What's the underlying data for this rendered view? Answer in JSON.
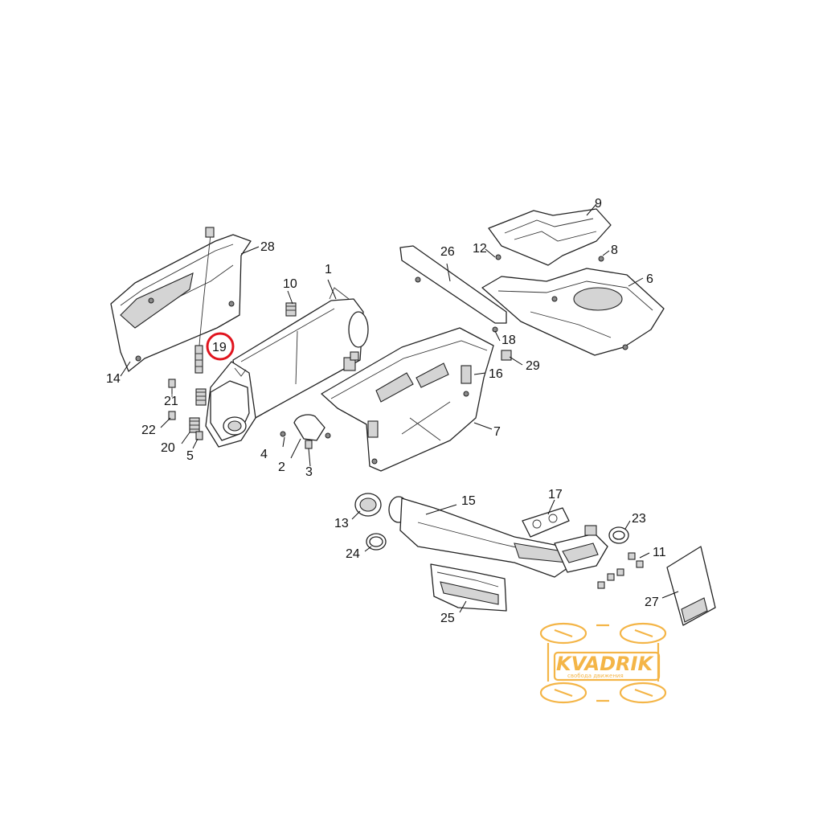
{
  "diagram": {
    "callouts": [
      {
        "id": "1",
        "label": "1"
      },
      {
        "id": "2",
        "label": "2"
      },
      {
        "id": "3",
        "label": "3"
      },
      {
        "id": "4",
        "label": "4"
      },
      {
        "id": "5",
        "label": "5"
      },
      {
        "id": "6",
        "label": "6"
      },
      {
        "id": "7",
        "label": "7"
      },
      {
        "id": "8",
        "label": "8"
      },
      {
        "id": "9",
        "label": "9"
      },
      {
        "id": "10",
        "label": "10"
      },
      {
        "id": "11",
        "label": "11"
      },
      {
        "id": "12",
        "label": "12"
      },
      {
        "id": "13",
        "label": "13"
      },
      {
        "id": "14",
        "label": "14"
      },
      {
        "id": "15",
        "label": "15"
      },
      {
        "id": "16",
        "label": "16"
      },
      {
        "id": "17",
        "label": "17"
      },
      {
        "id": "18",
        "label": "18"
      },
      {
        "id": "19",
        "label": "19"
      },
      {
        "id": "20",
        "label": "20"
      },
      {
        "id": "21",
        "label": "21"
      },
      {
        "id": "22",
        "label": "22"
      },
      {
        "id": "23",
        "label": "23"
      },
      {
        "id": "24",
        "label": "24"
      },
      {
        "id": "25",
        "label": "25"
      },
      {
        "id": "26",
        "label": "26"
      },
      {
        "id": "27",
        "label": "27"
      },
      {
        "id": "28",
        "label": "28"
      },
      {
        "id": "29",
        "label": "29"
      }
    ],
    "highlighted_callout": "19",
    "highlight_color": "#e0141e"
  },
  "watermark": {
    "brand": "KVADRIK",
    "tagline": "свобода движения",
    "color": "#f4b547"
  }
}
